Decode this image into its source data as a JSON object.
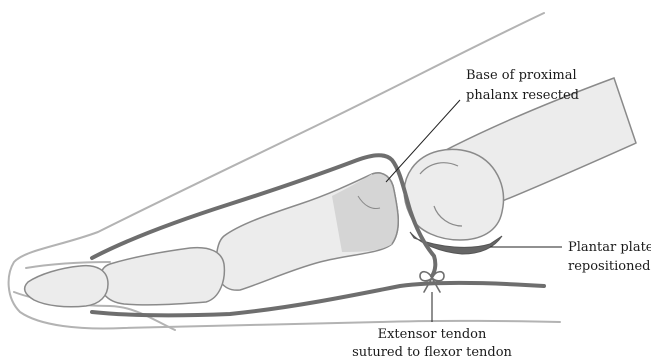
{
  "labels": {
    "resected_line1": "Base of proximal",
    "resected_line2": "phalanx resected",
    "plantar_line1": "Plantar plate",
    "plantar_line2": "repositioned",
    "extensor_line1": "Extensor tendon",
    "extensor_line2": "sutured to flexor tendon"
  },
  "colors": {
    "background": "#ffffff",
    "skin_outline": "#b3b3b3",
    "bone_fill": "#ececec",
    "bone_outline": "#8a8a8a",
    "resected_fill": "#d5d5d5",
    "tendon": "#6e6e6e",
    "plantar_plate": "#666666",
    "leader_line": "#222222",
    "text": "#1a1a1a"
  }
}
